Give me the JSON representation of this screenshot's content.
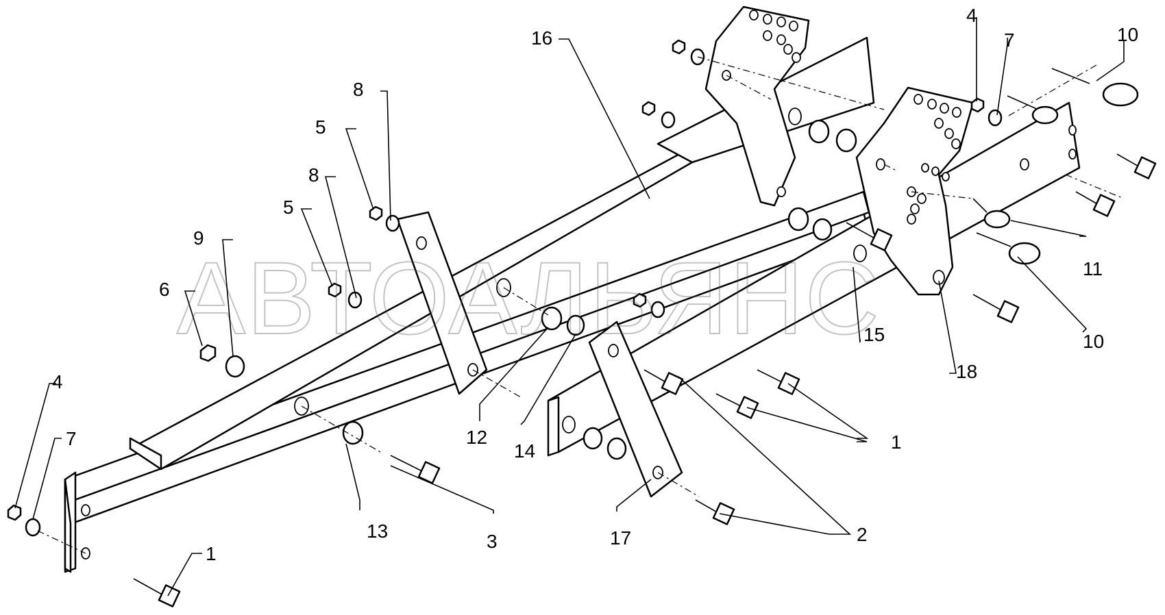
{
  "watermark": "АВТОАЛЬЯНС",
  "callouts": {
    "c1a": "1",
    "c1b": "1",
    "c2": "2",
    "c3": "3",
    "c4a": "4",
    "c4b": "4",
    "c5a": "5",
    "c5b": "5",
    "c6": "6",
    "c7a": "7",
    "c7b": "7",
    "c8a": "8",
    "c8b": "8",
    "c9": "9",
    "c10a": "10",
    "c10b": "10",
    "c11": "11",
    "c12": "12",
    "c13": "13",
    "c14": "14",
    "c15": "15",
    "c16": "16",
    "c17": "17",
    "c18": "18"
  }
}
